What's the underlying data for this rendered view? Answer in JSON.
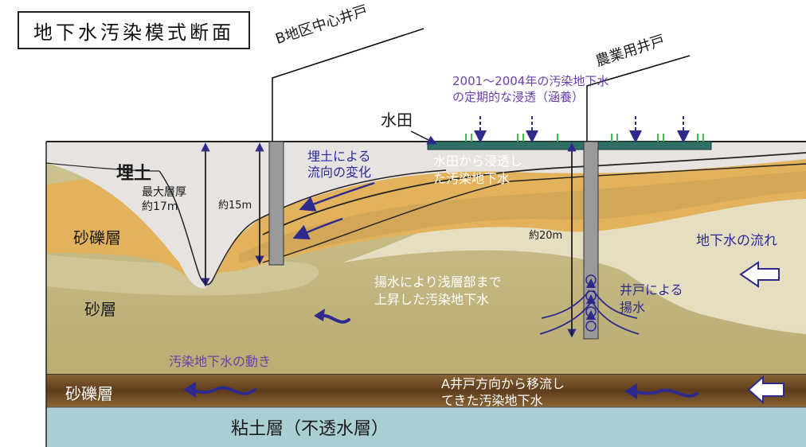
{
  "title": "地下水汚染模式断面",
  "wells": {
    "b_center_well": "B地区中心井戸",
    "agri_well": "農業用井戸"
  },
  "infiltration_note": [
    "2001～2004年の汚染地下水",
    "の定期的な浸透（涵養）"
  ],
  "paddy_label": "水田",
  "layers": {
    "fill": "埋土",
    "gravel_upper": "砂礫層",
    "sand": "砂層",
    "gravel_lower": "砂礫層",
    "clay": "粘土層（不透水層）"
  },
  "annotations": {
    "max_thickness": [
      "最大層厚",
      "約17m"
    ],
    "depth_15": "約15m",
    "depth_20": "約20m",
    "fill_flow_change": [
      "埋土による",
      "流向の変化"
    ],
    "paddy_infiltration": [
      "水田から浸透し",
      "た汚染地下水"
    ],
    "groundwater_flow": "地下水の流れ",
    "pumping_rise": [
      "揚水により浅層部まで",
      "上昇した汚染地下水"
    ],
    "well_pumping": [
      "井戸による",
      "揚水"
    ],
    "contaminated_movement": "汚染地下水の動き",
    "advected": [
      "A井戸方向から移流し",
      "てきた汚染地下水"
    ]
  },
  "colors": {
    "sky_fill": "#e9e9e9",
    "fill_soil": "#e6e3e0",
    "gravel": "#e8bf66",
    "sand": "#c7bd85",
    "lower_gravel": "#6e4a25",
    "clay": "#a9cfd3",
    "paddy": "#2f6f66",
    "arrow": "#2e2a8c"
  }
}
